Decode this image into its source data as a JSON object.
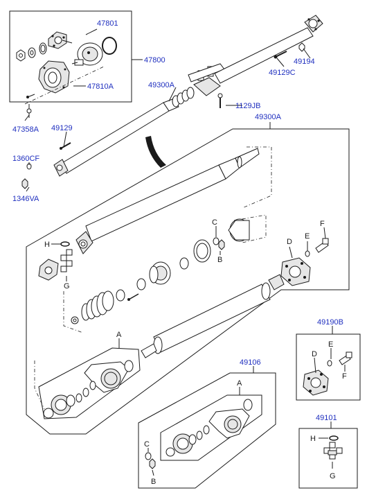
{
  "colors": {
    "part_number": "#1f2fbf",
    "line": "#1a1a1a",
    "background": "#ffffff"
  },
  "part_numbers": {
    "p47801": "47801",
    "p47800": "47800",
    "p47810A": "47810A",
    "p47358A": "47358A",
    "p49300A_top": "49300A",
    "p49194": "49194",
    "p49129C": "49129C",
    "p1129JB": "1129JB",
    "p49129": "49129",
    "p49300A_box": "49300A",
    "p1360CF": "1360CF",
    "p1346VA": "1346VA",
    "p49190B": "49190B",
    "p49106": "49106",
    "p49101": "49101"
  },
  "letters": {
    "C_main": "C",
    "B_main": "B",
    "H_main": "H",
    "G_main": "G",
    "D_main": "D",
    "E_main": "E",
    "F_main": "F",
    "A_main": "A",
    "D_kit": "D",
    "E_kit": "E",
    "F_kit": "F",
    "A_49106": "A",
    "C_49106": "C",
    "B_49106": "B",
    "H_49101": "H",
    "G_49101": "G"
  }
}
